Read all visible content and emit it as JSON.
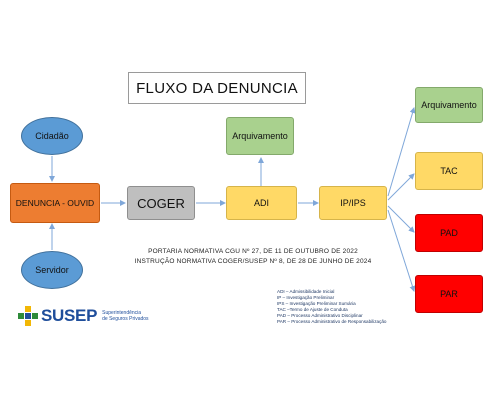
{
  "title": "FLUXO DA DENUNCIA",
  "nodes": {
    "cidadao": "Cidadão",
    "servidor": "Servidor",
    "denuncia": "DENUNCIA - OUVID",
    "coger": "COGER",
    "adi": "ADI",
    "arquivamento_adi": "Arquivamento",
    "ip_ips": "IP/IPS",
    "arquivamento": "Arquivamento",
    "tac": "TAC",
    "pad": "PAD",
    "par": "PAR"
  },
  "colors": {
    "ellipse": "#5b9bd5",
    "green": "#a9d18e",
    "orange": "#ed7d31",
    "grey": "#bfbfbf",
    "yellow": "#ffd966",
    "red": "#ff0000",
    "arrow": "#7fa7d9"
  },
  "portaria": {
    "line1": "PORTARIA NORMATIVA CGU Nº 27, DE 11 DE OUTUBRO DE 2022",
    "line2": "INSTRUÇÃO NORMATIVA COGER/SUSEP Nº 8, DE 28 DE JUNHO DE 2024"
  },
  "legend": [
    "ADI – Admissibilidade Inicial",
    "IP – Investigação Preliminar",
    "IPS – Investigação Preliminar Sumária",
    "TAC –Termo de Ajuste de Conduta",
    "PAD – Processo Administrativo Disciplinar",
    "PAR – Processo Administrativo de Responsabilização"
  ],
  "logo": {
    "name": "SUSEP",
    "sub_line1": "Superintendência",
    "sub_line2": "de Seguros Privados",
    "icon": "susep-logo-icon"
  }
}
